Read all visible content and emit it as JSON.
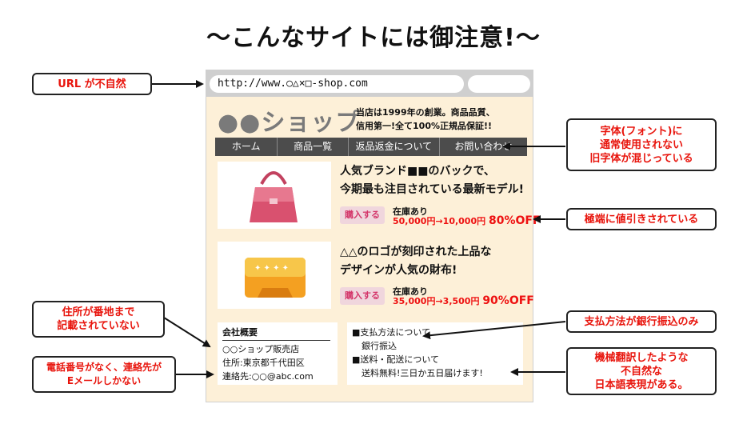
{
  "title": "〜こんなサイトには御注意!〜",
  "browser": {
    "url": "http://www.○△×□-shop.com"
  },
  "shop": {
    "name": "●●ショップ",
    "tagline_line1": "当店は1999年の創業。商品品質、",
    "tagline_line2": "信用第一!全て100%正規品保証!!"
  },
  "nav": {
    "items": [
      {
        "label": "ホーム"
      },
      {
        "label": "商品一覧"
      },
      {
        "label": "返品返金について"
      },
      {
        "label": "お問い合わせ"
      }
    ]
  },
  "products": [
    {
      "name_line1": "人気ブランド■■のバックで、",
      "name_line2": "今期最も注目されている最新モデル!",
      "buy_label": "購入する",
      "stock": "在庫あり",
      "price": "50,000円→10,000円",
      "discount": "80%OFF"
    },
    {
      "name_line1": "△△のロゴが刻印された上品な",
      "name_line2": "デザインが人気の財布!",
      "buy_label": "購入する",
      "stock": "在庫あり",
      "price": "35,000円→3,500円",
      "discount": "90%OFF"
    }
  ],
  "company": {
    "title": "会社概要",
    "line1": "○○ショップ販売店",
    "line2": "住所:東京都千代田区",
    "line3": "連絡先:○○@abc.com"
  },
  "info": {
    "line1": "■支払方法について",
    "line2": "銀行振込",
    "line3": "■送料・配送について",
    "line4": "送料無料!三日か五日届けます!"
  },
  "callouts": {
    "url": "URL が不自然",
    "font": "字体(フォント)に\n通常使用されない\n旧字体が混じっている",
    "discount": "極端に値引きされている",
    "address": "住所が番地まで\n記載されていない",
    "phone": "電話番号がなく、連絡先が\nEメールしかない",
    "payment": "支払方法が銀行振込のみ",
    "japanese": "機械翻訳したような\n不自然な\n日本語表現がある。"
  },
  "colors": {
    "callout_text": "#e8140c",
    "discount": "#e11111",
    "buy_bg": "#f0d6dd",
    "site_bg": "#fdf0d8"
  }
}
